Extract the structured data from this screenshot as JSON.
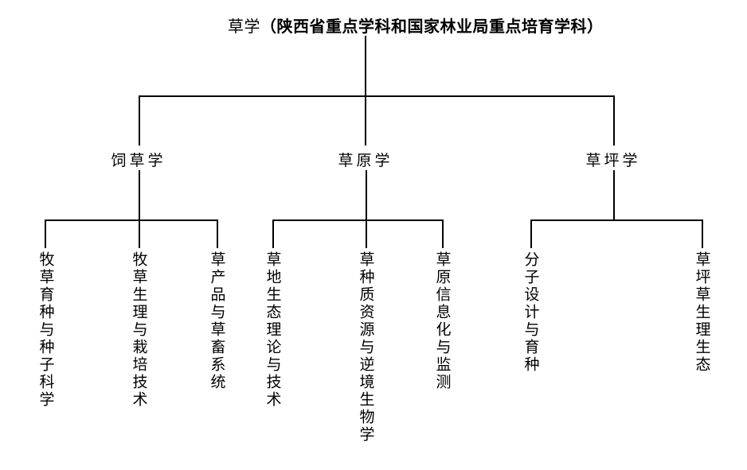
{
  "title": {
    "main": "草学",
    "annotation": "（陕西省重点学科和国家林业局重点培育学科）"
  },
  "tree": {
    "root": "草学（陕西省重点学科和国家林业局重点培育学科）",
    "branches": [
      {
        "label": "饲草学",
        "children": [
          "牧草育种与种子科学",
          "牧草生理与栽培技术",
          "草产品与草畜系统"
        ]
      },
      {
        "label": "草原学",
        "children": [
          "草地生态理论与技术",
          "草种质资源与逆境生物学",
          "草原信息化与监测"
        ]
      },
      {
        "label": "草坪学",
        "children": [
          "分子设计与育种",
          "草坪草生理生态"
        ]
      }
    ]
  },
  "colors": {
    "background": "#ffffff",
    "text": "#000000",
    "line": "#000000"
  }
}
